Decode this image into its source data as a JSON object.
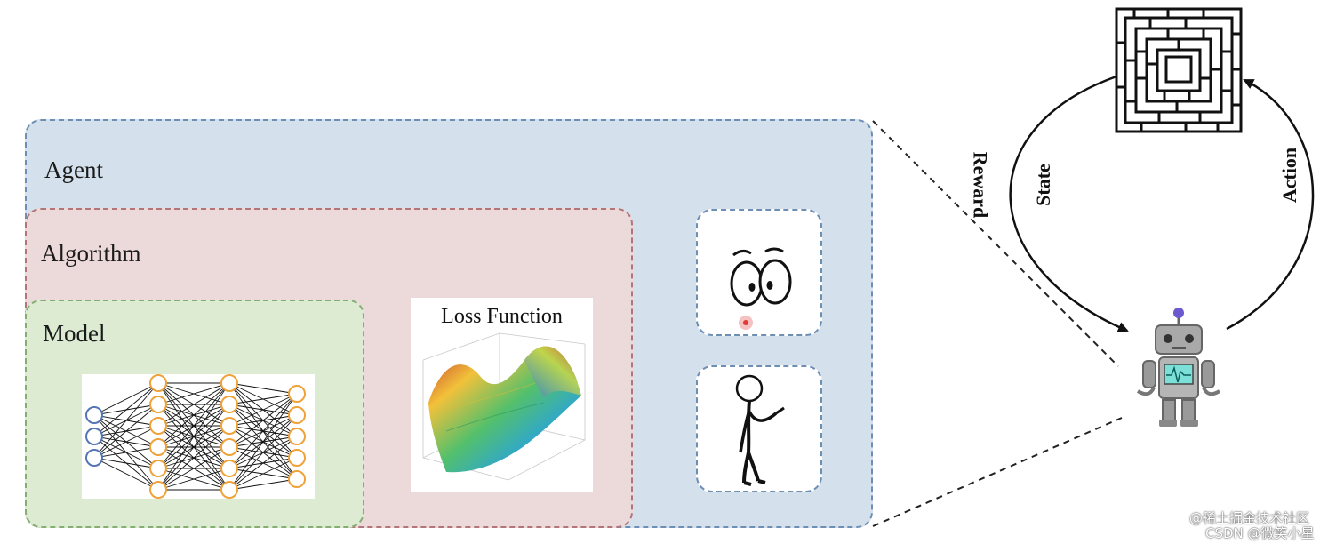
{
  "diagram": {
    "agent_label": "Agent",
    "algorithm_label": "Algorithm",
    "model_label": "Model",
    "loss_label": "Loss Function",
    "reward_label": "Reward",
    "state_label": "State",
    "action_label": "Action"
  },
  "watermark": {
    "line1": "@稀土掘金技术社区",
    "line2": "CSDN @微笑小星"
  },
  "colors": {
    "agent_fill": "#d4e1ec",
    "algorithm_fill": "#ecd9da",
    "model_fill": "#dcebd2",
    "input_node": "#5575b5",
    "hidden_node": "#f0a23a",
    "robot_screen": "#7ce0d8"
  },
  "icons": [
    "maze-icon",
    "robot-icon",
    "eyes-icon",
    "person-icon",
    "neural-network-icon",
    "loss-surface-icon"
  ]
}
